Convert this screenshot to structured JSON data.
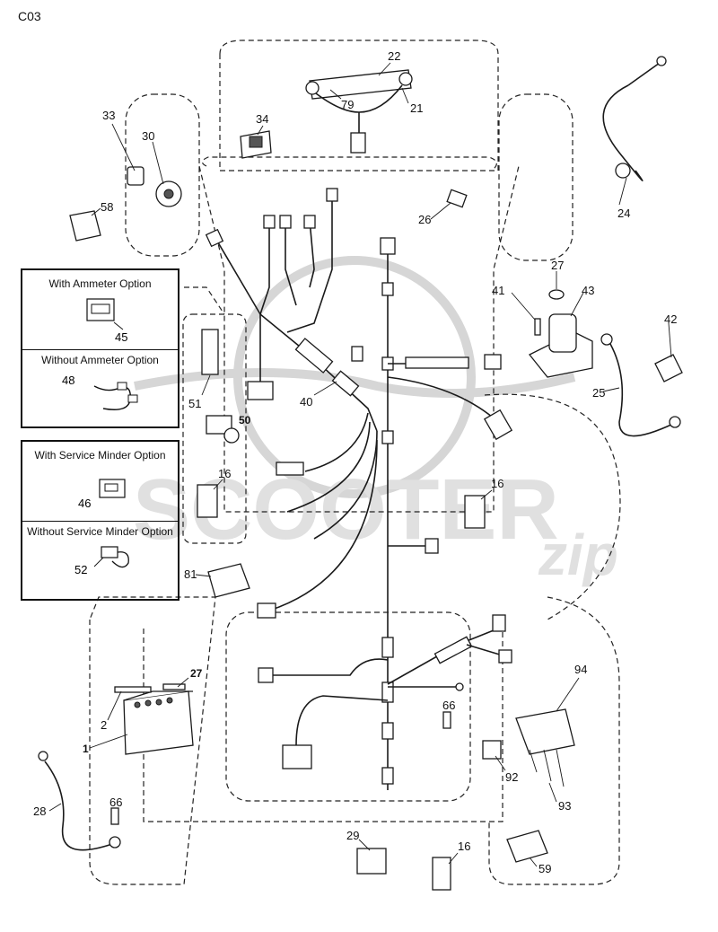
{
  "page_code": "C03",
  "option_box_1": {
    "with_title": "With Ammeter Option",
    "with_part": "45",
    "without_title": "Without Ammeter Option",
    "without_part": "48"
  },
  "option_box_2": {
    "with_title": "With Service Minder Option",
    "with_part": "46",
    "without_title": "Without Service Minder Option",
    "without_part": "52"
  },
  "callouts": {
    "p22": "22",
    "p79": "79",
    "p21": "21",
    "p34": "34",
    "p33": "33",
    "p30": "30",
    "p58": "58",
    "p24": "24",
    "p26": "26",
    "p27a": "27",
    "p41": "41",
    "p43": "43",
    "p42": "42",
    "p25": "25",
    "p51": "51",
    "p40": "40",
    "p50": "50",
    "p16a": "16",
    "p16b": "16",
    "p81": "81",
    "p27b": "27",
    "p2": "2",
    "p1": "1",
    "p94": "94",
    "p66a": "66",
    "p92": "92",
    "p93": "93",
    "p28": "28",
    "p66b": "66",
    "p29": "29",
    "p16c": "16",
    "p59": "59"
  },
  "watermark": {
    "line1": "SCOOTER",
    "line2": "zip"
  }
}
